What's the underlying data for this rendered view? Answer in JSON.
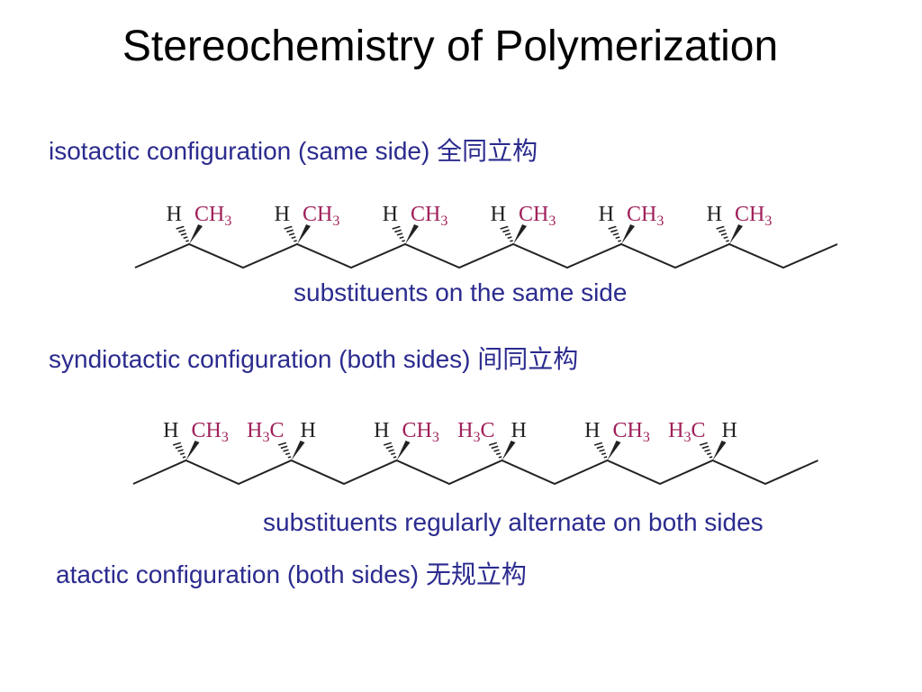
{
  "title": "Stereochemistry of Polymerization",
  "isotactic": {
    "heading": "isotactic configuration (same side) 全同立构",
    "caption": "substituents on the same side",
    "groups": [
      {
        "left": "H",
        "right": "CH",
        "right_sub": "3"
      },
      {
        "left": "H",
        "right": "CH",
        "right_sub": "3"
      },
      {
        "left": "H",
        "right": "CH",
        "right_sub": "3"
      },
      {
        "left": "H",
        "right": "CH",
        "right_sub": "3"
      },
      {
        "left": "H",
        "right": "CH",
        "right_sub": "3"
      },
      {
        "left": "H",
        "right": "CH",
        "right_sub": "3"
      }
    ]
  },
  "syndiotactic": {
    "heading": "syndiotactic configuration (both sides) 间同立构",
    "caption": "substituents regularly alternate on both sides",
    "groups": [
      {
        "left": "H",
        "right": "CH",
        "right_sub": "3"
      },
      {
        "left": "H",
        "left_sub": "3",
        "left_tail": "C",
        "right": "H"
      },
      {
        "left": "H",
        "right": "CH",
        "right_sub": "3"
      },
      {
        "left": "H",
        "left_sub": "3",
        "left_tail": "C",
        "right": "H"
      },
      {
        "left": "H",
        "right": "CH",
        "right_sub": "3"
      },
      {
        "left": "H",
        "left_sub": "3",
        "left_tail": "C",
        "right": "H"
      }
    ]
  },
  "atactic": {
    "heading": "atactic configuration (both sides) 无规立构"
  },
  "colors": {
    "text_blue": "#2b2b8f",
    "substituent": "#a0205a",
    "hydrogen": "#222222",
    "bond": "#222222"
  }
}
